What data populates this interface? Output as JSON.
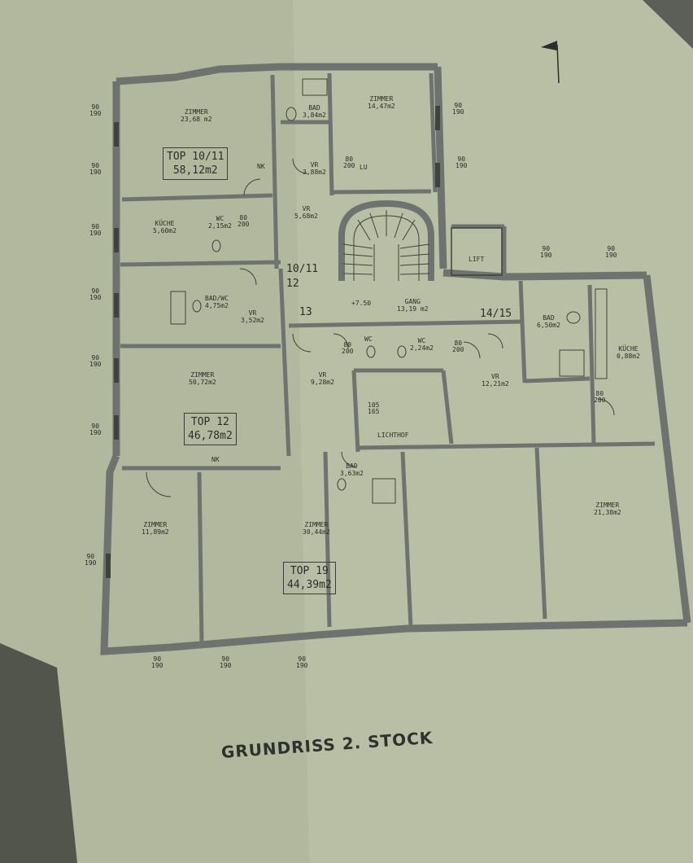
{
  "title": "GRUNDRISS 2. STOCK",
  "colors": {
    "paper": "#b9bfa4",
    "wall": "#6f7370",
    "ink": "#2b2e2a",
    "background": "#5c5e58"
  },
  "tops": [
    {
      "name": "TOP 10/11",
      "area": "58,12m2"
    },
    {
      "name": "TOP 12",
      "area": "46,78m2"
    },
    {
      "name": "TOP 19",
      "area": "44,39m2"
    }
  ],
  "units": [
    "10/11",
    "12",
    "13",
    "14/15"
  ],
  "rooms": {
    "zimmer_a": {
      "name": "ZIMMER",
      "area": "23,68 m2"
    },
    "zimmer_b": {
      "name": "ZIMMER",
      "area": "14,47m2"
    },
    "bad_a": {
      "name": "BAD",
      "area": "3,84m2"
    },
    "vr_a": {
      "name": "VR",
      "area": "3,88m2"
    },
    "vr_b": {
      "name": "VR",
      "area": "5,68m2"
    },
    "wc_a": {
      "name": "WC",
      "area": "2,15m2"
    },
    "kueche_a": {
      "name": "KÜCHE",
      "area": "5,60m2"
    },
    "badwc": {
      "name": "BAD/WC",
      "area": "4,75m2"
    },
    "vr_c": {
      "name": "VR",
      "area": "3,52m2"
    },
    "gang": {
      "name": "GANG",
      "area": "13,19 m2"
    },
    "lift": {
      "name": "LIFT"
    },
    "bad_b": {
      "name": "BAD",
      "area": "6,50m2"
    },
    "kueche_b": {
      "name": "KÜCHE",
      "area": "0,88m2"
    },
    "zimmer_c": {
      "name": "ZIMMER",
      "area": "50,72m2"
    },
    "vr_d": {
      "name": "VR",
      "area": "9,28m2"
    },
    "wc_b": {
      "name": "WC"
    },
    "wc_c": {
      "name": "WC",
      "area": "2,24m2"
    },
    "vr_e": {
      "name": "VR",
      "area": "12,21m2"
    },
    "lichthof": {
      "name": "LICHTHOF"
    },
    "bad_c": {
      "name": "BAD",
      "area": "3,63m2"
    },
    "zimmer_d": {
      "name": "ZIMMER",
      "area": "11,89m2"
    },
    "zimmer_e": {
      "name": "ZIMMER",
      "area": "30,44m2"
    },
    "zimmer_f": {
      "name": "ZIMMER",
      "area": "21,38m2"
    }
  },
  "dims": {
    "d90": "90",
    "d190": "190",
    "d80": "80",
    "d200": "200",
    "d105": "105",
    "d165": "165",
    "nk": "NK",
    "lu": "LU"
  },
  "level": "+7.50"
}
